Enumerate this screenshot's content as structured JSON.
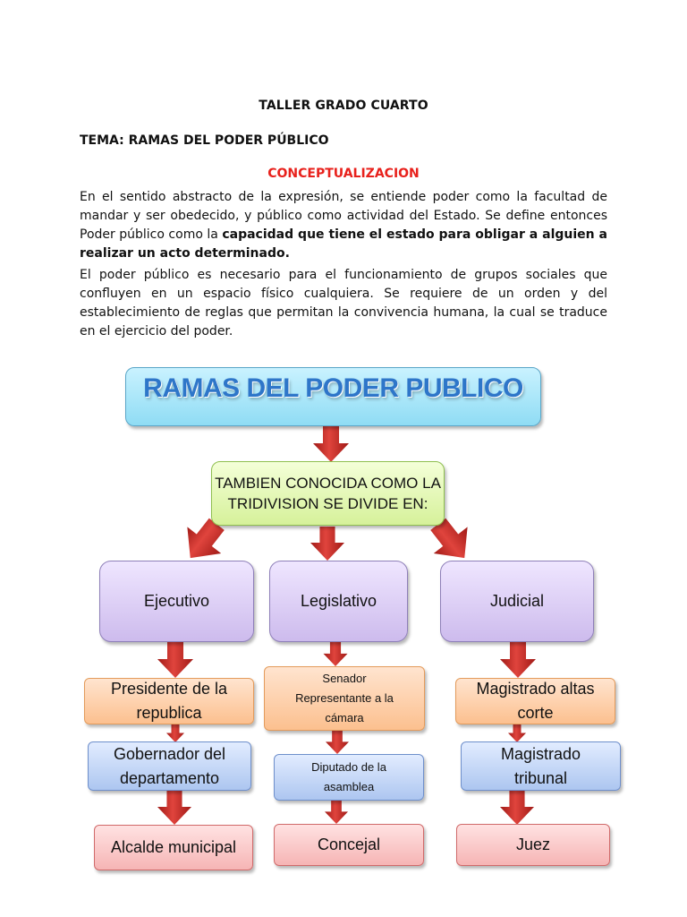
{
  "document": {
    "title": "TALLER GRADO CUARTO",
    "tema": "TEMA: RAMAS DEL PODER PÚBLICO",
    "section_heading": "CONCEPTUALIZACION",
    "paragraph1": {
      "text": "En el sentido abstracto de la expresión, se entiende poder como la facultad de mandar y ser obedecido, y público como actividad del Estado. Se define entonces Poder público como la ",
      "bold": "capacidad que tiene el estado para obligar a alguien a realizar un acto determinado",
      "end": "."
    },
    "paragraph2": "El poder público es necesario para el funcionamiento de grupos sociales que confluyen en un espacio físico cualquiera. Se requiere de un orden y del establecimiento de reglas que permitan la convivencia humana, la cual se traduce en el ejercicio del poder."
  },
  "diagram": {
    "title": "RAMAS DEL PODER PUBLICO",
    "subtitle_line1": "TAMBIEN CONOCIDA COMO LA",
    "subtitle_line2": "TRIDIVISION SE DIVIDE EN:",
    "branches": [
      "Ejecutivo",
      "Legislativo",
      "Judicial"
    ],
    "ejecutivo": {
      "level1_line1": "Presidente de la",
      "level1_line2": "republica",
      "level2_line1": "Gobernador del",
      "level2_line2": "departamento",
      "level3": "Alcalde municipal"
    },
    "legislativo": {
      "level1_line1": "Senador",
      "level1_line2": "Representante a la",
      "level1_line3": "cámara",
      "level2_line1": "Diputado de la",
      "level2_line2": "asamblea",
      "level3": "Concejal"
    },
    "judicial": {
      "level1_line1": "Magistrado altas",
      "level1_line2": "corte",
      "level2_line1": "Magistrado",
      "level2_line2": "tribunal",
      "level3": "Juez"
    },
    "colors": {
      "title_text": "#2e76c9",
      "title_fill": "#8fdcf4",
      "subtitle_fill": "#d6f19a",
      "branch_fill": "#cdbbed",
      "level1_fill": "#fcc08f",
      "level2_fill": "#adc6f0",
      "level3_fill": "#f6b5b5",
      "arrow": "#c8302a",
      "section_heading": "#e8211c"
    }
  }
}
